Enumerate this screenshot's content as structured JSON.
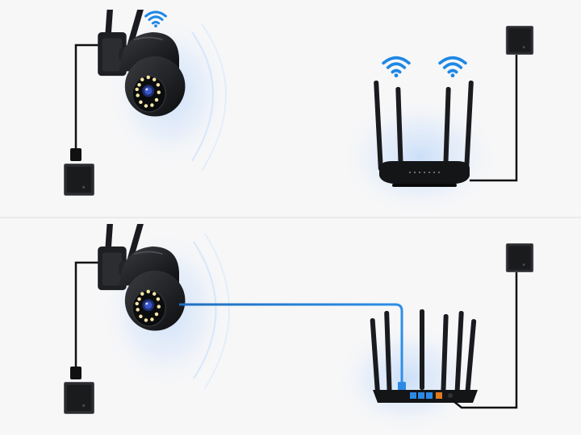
{
  "scenes": [
    {
      "id": "wifi-connection",
      "connection": "wireless",
      "camera": {
        "icon": "ptz-camera-icon",
        "signal_icon": "wifi-icon"
      },
      "router": {
        "icon": "router-icon",
        "antennas": 4,
        "signal_icons": [
          "wifi-icon",
          "wifi-icon"
        ]
      },
      "power_outlets": [
        "wall-outlet-icon",
        "wall-outlet-icon"
      ]
    },
    {
      "id": "wired-connection",
      "connection": "ethernet-cable",
      "camera": {
        "icon": "ptz-camera-icon"
      },
      "router": {
        "icon": "router-icon",
        "antennas": 6
      },
      "power_outlets": [
        "wall-outlet-icon",
        "wall-outlet-icon"
      ]
    }
  ],
  "colors": {
    "background": "#f7f7f8",
    "wifi_signal": "#1e88e5",
    "ethernet_cable": "#1e7fd6",
    "glow": "#cfe3fb",
    "device": "#151618",
    "cable": "#111111",
    "divider": "#dedede"
  }
}
